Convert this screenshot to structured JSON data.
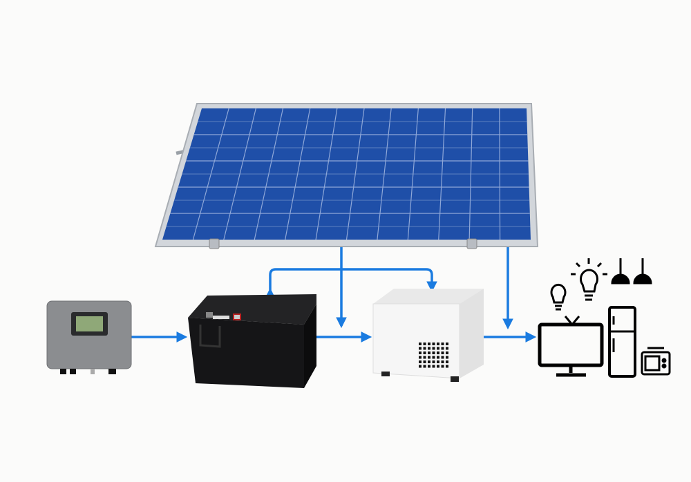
{
  "diagram": {
    "components": [
      {
        "id": "charge-controller",
        "icon": "charge-controller-icon"
      },
      {
        "id": "battery",
        "icon": "battery-icon"
      },
      {
        "id": "solar-panel",
        "icon": "solar-panel-icon"
      },
      {
        "id": "inverter",
        "icon": "inverter-icon"
      },
      {
        "id": "loads",
        "icon": "appliances-icon",
        "items": [
          "light-bulb-icon",
          "light-bulb-icon",
          "pendant-lamp-icon",
          "pendant-lamp-icon",
          "tv-icon",
          "refrigerator-icon",
          "microwave-icon"
        ]
      }
    ],
    "flows": [
      {
        "from": "charge-controller",
        "to": "battery"
      },
      {
        "from": "battery",
        "to": "inverter"
      },
      {
        "from": "inverter",
        "to": "loads"
      },
      {
        "from": "solar-panel",
        "to": "inverter"
      },
      {
        "from": "solar-panel",
        "to": "loads"
      },
      {
        "from": "battery",
        "to": "inverter",
        "bidirectional": true
      }
    ],
    "colors": {
      "arrow": "#1a7be0",
      "panel_cell": "#1f4fa8",
      "panel_frame": "#c8ccd2",
      "controller": "#8b8d90",
      "controller_screen": "#8fa878",
      "battery": "#1a1a1c",
      "inverter": "#f4f4f4",
      "load_icons": "#000000",
      "background": "#fbfbfa"
    }
  }
}
